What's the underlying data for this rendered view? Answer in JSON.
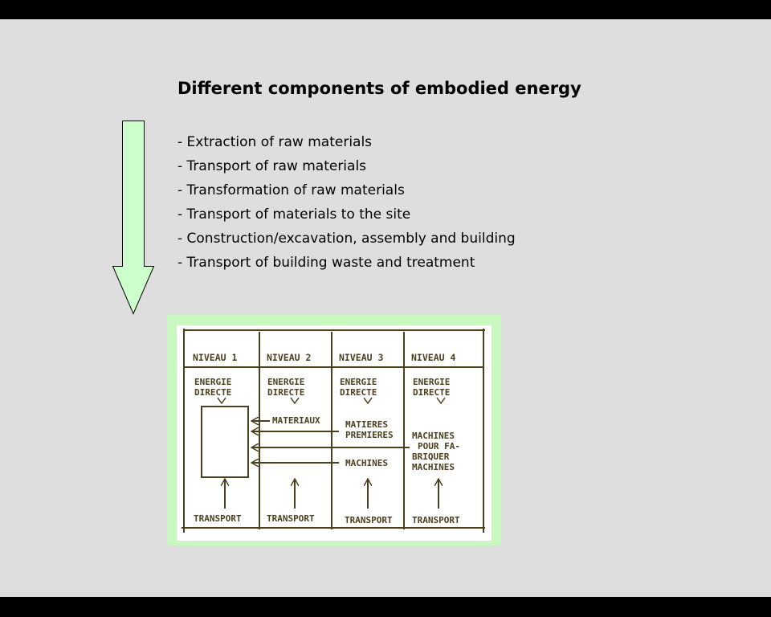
{
  "slide": {
    "title": "Different components of embodied energy",
    "items": [
      "- Extraction of raw materials",
      "- Transport of raw materials",
      "- Transformation of raw materials",
      "- Transport of materials to the site",
      "- Construction/excavation, assembly and building",
      "- Transport of building waste and treatment"
    ],
    "colors": {
      "background": "#dedede",
      "arrow_fill": "#ccffcc",
      "figure_border": "#c8f8c0",
      "ink": "#4a3f1e"
    }
  },
  "diagram": {
    "levels": [
      {
        "header": "NIVEAU 1",
        "energy": [
          "ENERGIE",
          "DIRECTE"
        ],
        "transport": "TRANSPORT"
      },
      {
        "header": "NIVEAU 2",
        "energy": [
          "ENERGIE",
          "DIRECTE"
        ],
        "transport": "TRANSPORT"
      },
      {
        "header": "NIVEAU 3",
        "energy": [
          "ENERGIE",
          "DIRECTE"
        ],
        "transport": "TRANSPORT"
      },
      {
        "header": "NIVEAU 4",
        "energy": [
          "ENERGIE",
          "DIRECTE"
        ],
        "transport": "TRANSPORT"
      }
    ],
    "flows": {
      "materiaux": "MATERIAUX",
      "matieres": [
        "MATIERES",
        "PREMIERES"
      ],
      "machines_pour": [
        "MACHINES",
        "POUR FA-",
        "BRIQUER",
        "MACHINES"
      ],
      "machines": "MACHINES"
    }
  }
}
